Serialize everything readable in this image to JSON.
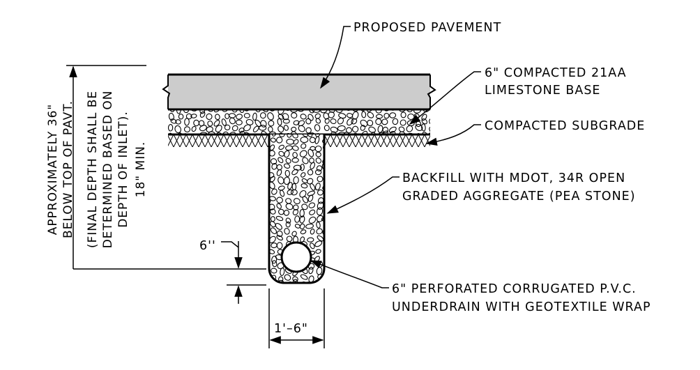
{
  "labels": {
    "pavement": "PROPOSED PAVEMENT",
    "base_line1": "6\" COMPACTED 21AA",
    "base_line2": "LIMESTONE BASE",
    "subgrade": "COMPACTED  SUBGRADE",
    "backfill_line1": "BACKFILL WITH MDOT, 34R OPEN",
    "backfill_line2": "GRADED AGGREGATE (PEA STONE)",
    "underdrain_line1": "6\" PERFORATED CORRUGATED P.V.C.",
    "underdrain_line2": "UNDERDRAIN WITH GEOTEXTILE WRAP"
  },
  "depth_note": {
    "line1": "APPROXIMATELY 36\"",
    "line2": "BELOW TOP OF PAVT.",
    "line3": "(FINAL DEPTH SHALL BE",
    "line4": "DETERMINED BASED ON",
    "line5": "DEPTH OF INLET).",
    "line6": "18\" MIN."
  },
  "dimensions": {
    "bedding": "6''",
    "trench_width": "1'–6\""
  },
  "colors": {
    "pavement": "#cccccc",
    "line": "#000000",
    "background": "#ffffff"
  }
}
